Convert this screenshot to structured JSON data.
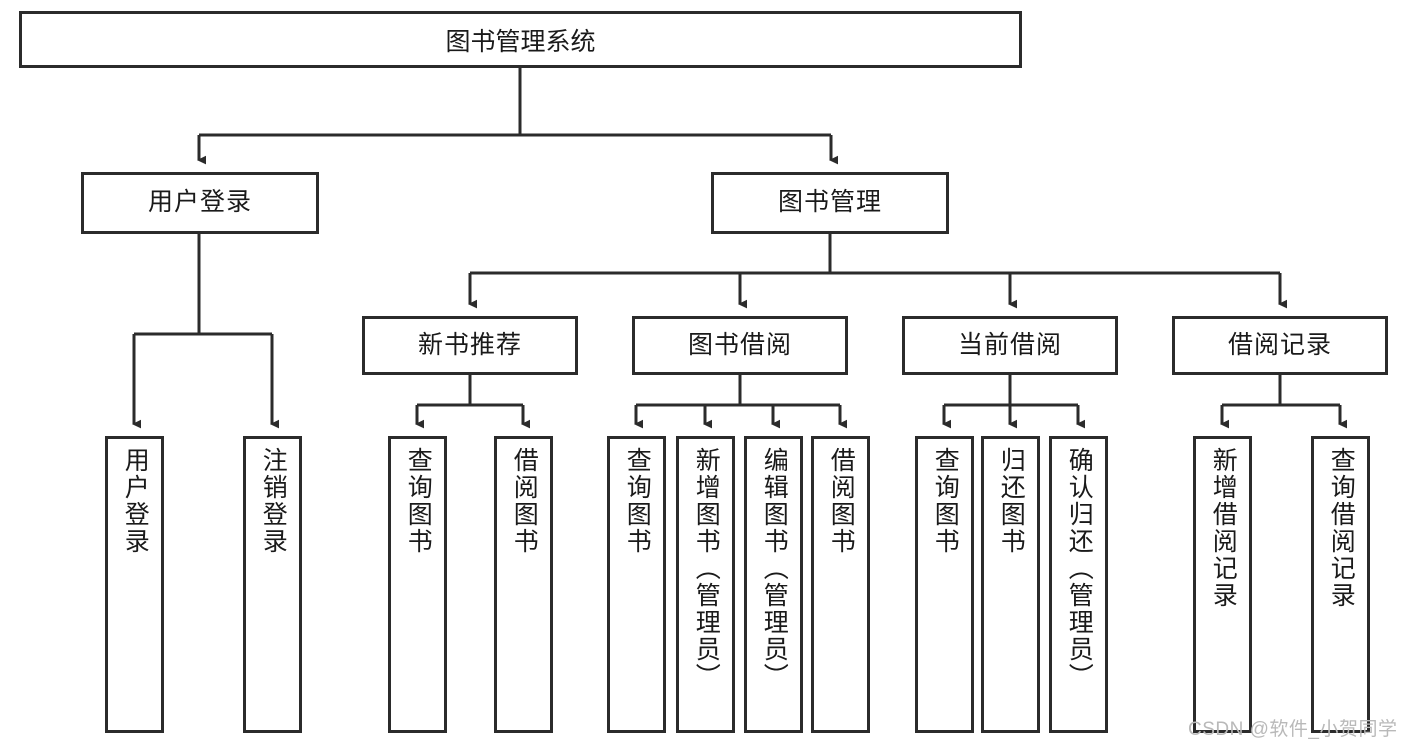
{
  "diagram": {
    "type": "tree-hierarchy",
    "title": "图书管理系统",
    "watermark": "CSDN @软件_小贺同学",
    "colors": {
      "stroke": "#2b2b2b",
      "fill": "#ffffff",
      "text": "#1a1a1a",
      "watermark": "#b9b9b9"
    },
    "levels": {
      "root": {
        "label": "图书管理系统"
      },
      "level1": [
        {
          "id": "user-login",
          "label": "用户登录"
        },
        {
          "id": "book-manage",
          "label": "图书管理"
        }
      ],
      "level2": [
        {
          "id": "new-book-recommend",
          "label": "新书推荐",
          "parent": "book-manage"
        },
        {
          "id": "book-borrow",
          "label": "图书借阅",
          "parent": "book-manage"
        },
        {
          "id": "current-borrow",
          "label": "当前借阅",
          "parent": "book-manage"
        },
        {
          "id": "borrow-record",
          "label": "借阅记录",
          "parent": "book-manage"
        }
      ],
      "leaves": [
        {
          "id": "leaf-user-login",
          "label": "用户登录",
          "parent": "user-login"
        },
        {
          "id": "leaf-logout",
          "label": "注销登录",
          "parent": "user-login"
        },
        {
          "id": "leaf-query-book-1",
          "label": "查询图书",
          "parent": "new-book-recommend"
        },
        {
          "id": "leaf-borrow-book-1",
          "label": "借阅图书",
          "parent": "new-book-recommend"
        },
        {
          "id": "leaf-query-book-2",
          "label": "查询图书",
          "parent": "book-borrow"
        },
        {
          "id": "leaf-add-book",
          "label": "新增图书（管理员）",
          "parent": "book-borrow"
        },
        {
          "id": "leaf-edit-book",
          "label": "编辑图书（管理员）",
          "parent": "book-borrow"
        },
        {
          "id": "leaf-borrow-book-2",
          "label": "借阅图书",
          "parent": "book-borrow"
        },
        {
          "id": "leaf-query-book-3",
          "label": "查询图书",
          "parent": "current-borrow"
        },
        {
          "id": "leaf-return-book",
          "label": "归还图书",
          "parent": "current-borrow"
        },
        {
          "id": "leaf-confirm-return",
          "label": "确认归还（管理员）",
          "parent": "current-borrow"
        },
        {
          "id": "leaf-add-record",
          "label": "新增借阅记录",
          "parent": "borrow-record"
        },
        {
          "id": "leaf-query-record",
          "label": "查询借阅记录",
          "parent": "borrow-record"
        }
      ]
    }
  }
}
